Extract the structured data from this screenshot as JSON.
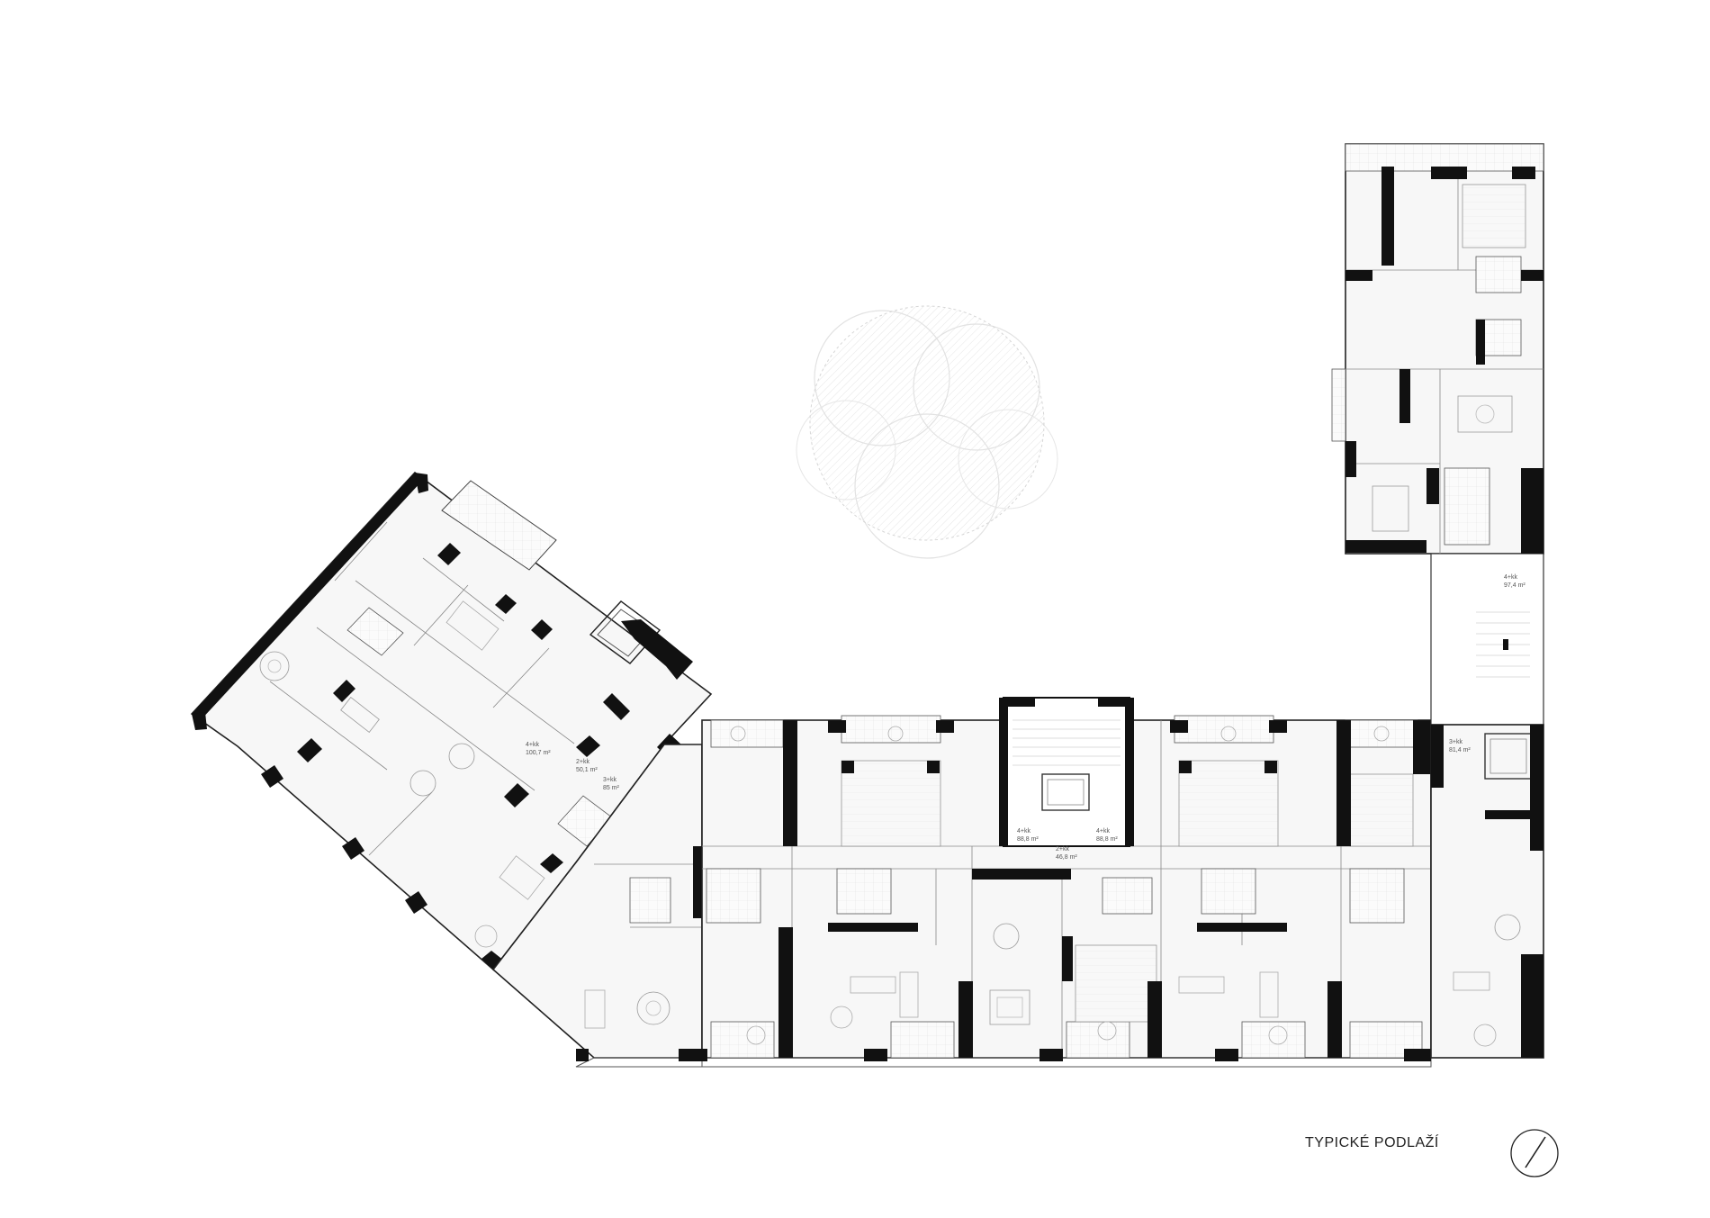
{
  "plan_title": "TYPICKÉ PODLAŽÍ",
  "units": [
    {
      "id": "unit-1",
      "type": "4+kk",
      "area": "100,7 m²"
    },
    {
      "id": "unit-2",
      "type": "2+kk",
      "area": "50,1 m²"
    },
    {
      "id": "unit-3",
      "type": "3+kk",
      "area": "85 m²"
    },
    {
      "id": "unit-4",
      "type": "4+kk",
      "area": "88,8 m²"
    },
    {
      "id": "unit-5",
      "type": "2+kk",
      "area": "46,8 m²"
    },
    {
      "id": "unit-6",
      "type": "4+kk",
      "area": "88,8 m²"
    },
    {
      "id": "unit-7",
      "type": "3+kk",
      "area": "81,4 m²"
    },
    {
      "id": "unit-8",
      "type": "4+kk",
      "area": "97,4 m²"
    }
  ],
  "icons": [
    "tree-icon",
    "north-arrow-icon",
    "staircase-icon",
    "elevator-icon"
  ]
}
